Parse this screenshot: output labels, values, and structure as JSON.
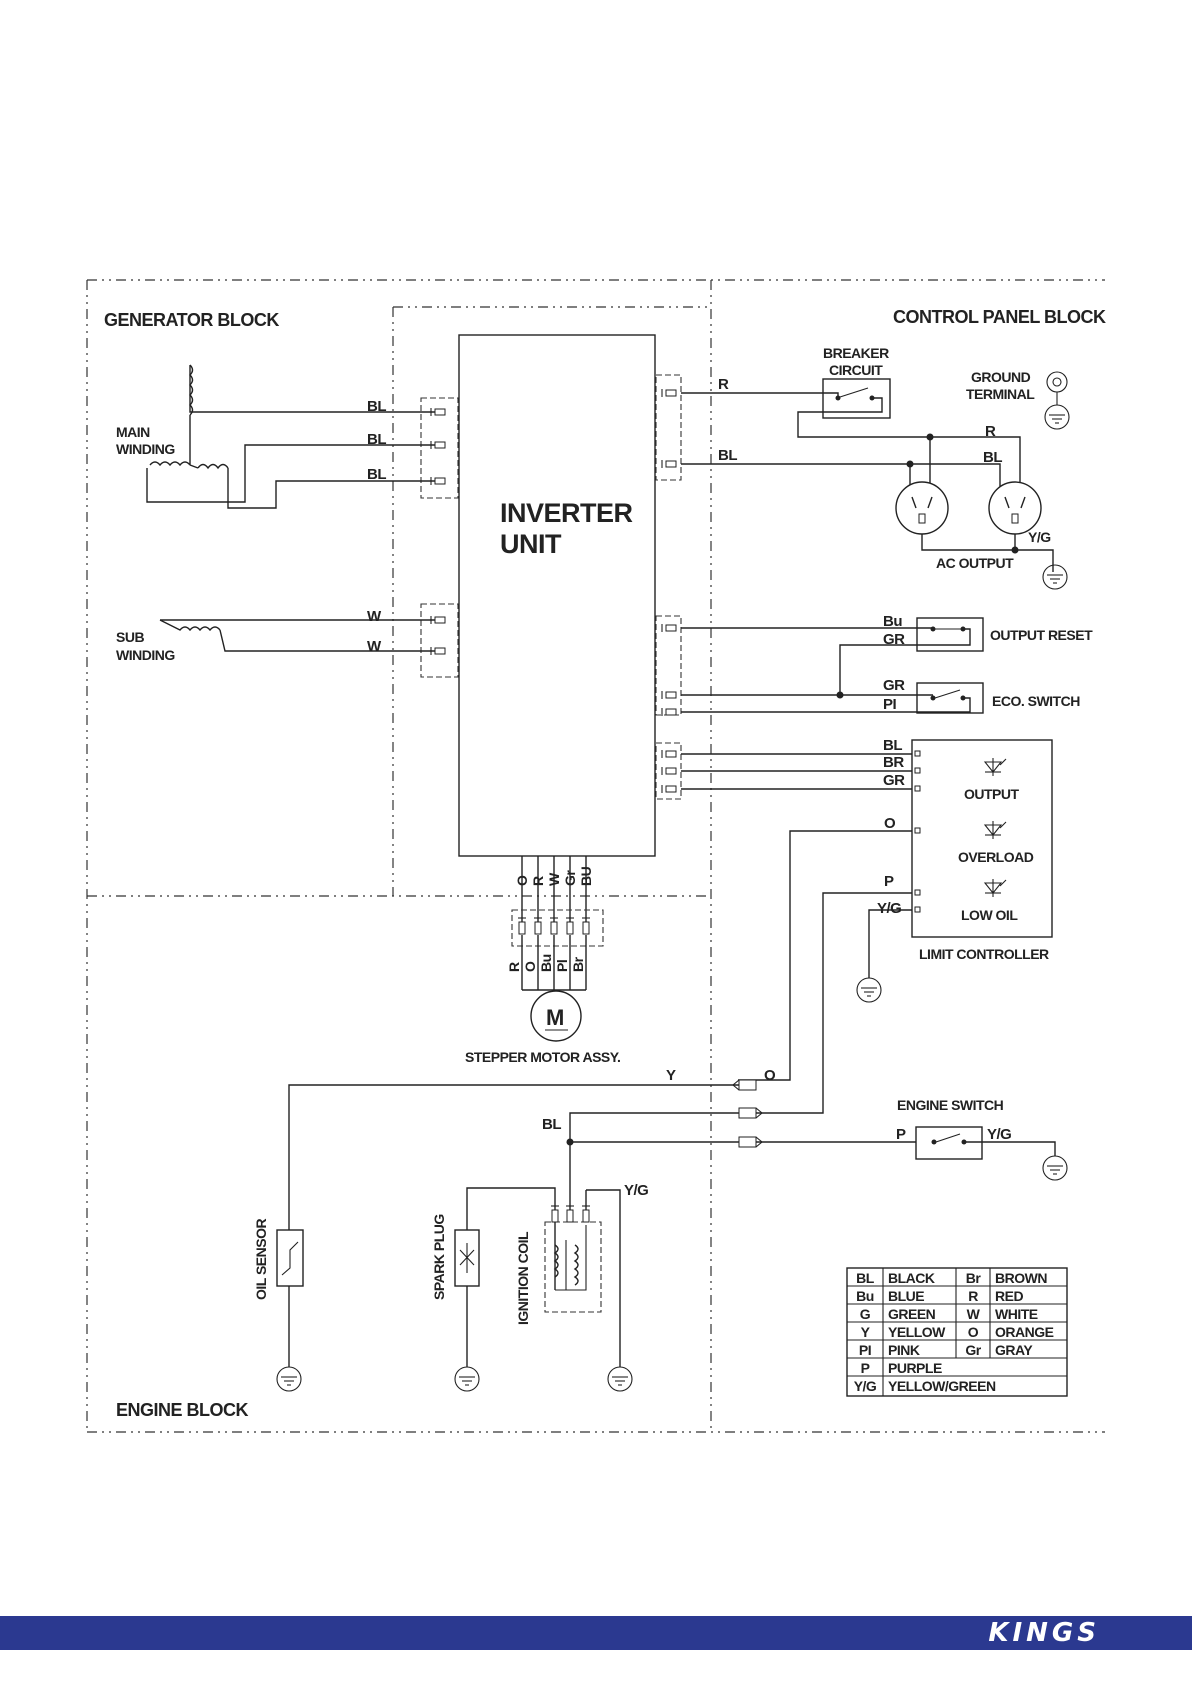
{
  "blocks": {
    "generator": "GENERATOR BLOCK",
    "control_panel": "CONTROL PANEL BLOCK",
    "engine": "ENGINE BLOCK"
  },
  "inverter": {
    "line1": "INVERTER",
    "line2": "UNIT"
  },
  "generator_block": {
    "main_winding": [
      "MAIN",
      "WINDING"
    ],
    "sub_winding": [
      "SUB",
      "WINDING"
    ],
    "wire_labels": [
      "BL",
      "BL",
      "BL",
      "W",
      "W"
    ]
  },
  "control_panel_block": {
    "breaker": [
      "BREAKER",
      "CIRCUIT"
    ],
    "ground_terminal": [
      "GROUND",
      "TERMINAL"
    ],
    "ac_output": "AC  OUTPUT",
    "output_reset": "OUTPUT RESET",
    "eco_switch": "ECO. SWITCH",
    "limit_controller": "LIMIT CONTROLLER",
    "indicators": [
      "OUTPUT",
      "OVERLOAD",
      "LOW OIL"
    ],
    "wire_labels": {
      "r_top": "R",
      "bl_top": "BL",
      "r_right": "R",
      "bl_right": "BL",
      "yg_ac": "Y/G",
      "bu": "Bu",
      "gr1": "GR",
      "gr2": "GR",
      "pi": "PI",
      "bl_lc": "BL",
      "br_lc": "BR",
      "gr_lc": "GR",
      "o_lc": "O",
      "p_lc": "P",
      "yg_lc": "Y/G"
    }
  },
  "motor": {
    "top_labels": [
      "O",
      "R",
      "W",
      "Gr",
      "BU"
    ],
    "bottom_labels": [
      "R",
      "O",
      "Bu",
      "Pl",
      "Br"
    ],
    "symbol": "M",
    "name": "STEPPER MOTOR ASSY."
  },
  "engine_block": {
    "oil_sensor": "OIL SENSOR",
    "spark_plug": "SPARK PLUG",
    "ignition_coil": "IGNITION COIL",
    "engine_switch": "ENGINE SWITCH",
    "wire_labels": {
      "y": "Y",
      "o": "O",
      "bl": "BL",
      "yg_coil": "Y/G",
      "p": "P",
      "yg_sw": "Y/G"
    }
  },
  "legend": {
    "rows": [
      [
        "BL",
        "BLACK",
        "Br",
        "BROWN"
      ],
      [
        "Bu",
        "BLUE",
        "R",
        "RED"
      ],
      [
        "G",
        "GREEN",
        "W",
        "WHITE"
      ],
      [
        "Y",
        "YELLOW",
        "O",
        "ORANGE"
      ],
      [
        "PI",
        "PINK",
        "Gr",
        "GRAY"
      ],
      [
        "P",
        "PURPLE",
        "",
        ""
      ],
      [
        "Y/G",
        "YELLOW/GREEN",
        "",
        ""
      ]
    ]
  },
  "footer": {
    "brand": "KINGS",
    "bar_color": "#2b3990"
  }
}
